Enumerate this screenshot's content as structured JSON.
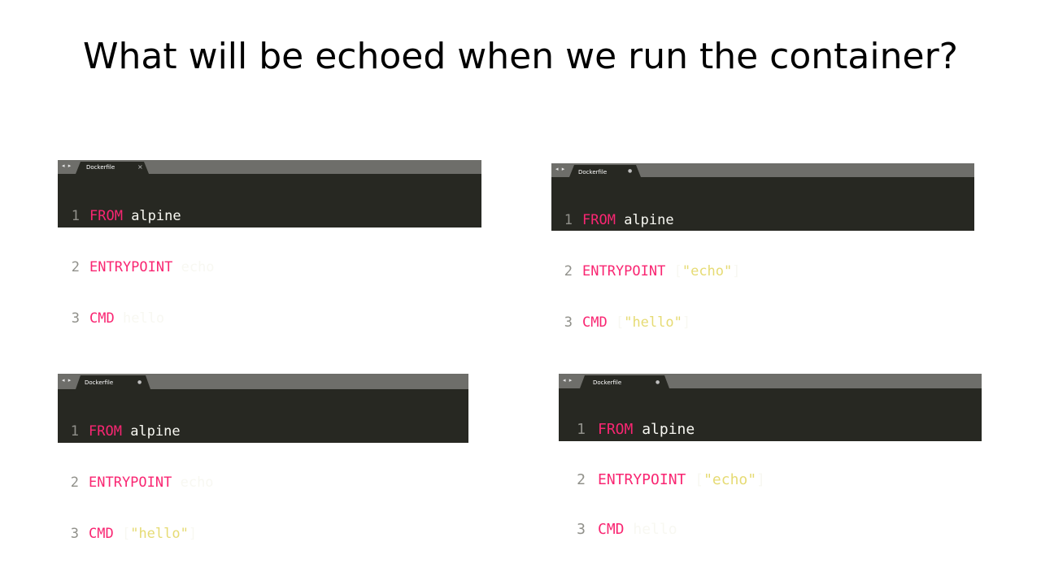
{
  "slide": {
    "title": "What will be echoed when we run the container?"
  },
  "nav_arrows": "◂ ▸",
  "editors": [
    {
      "tab_label": "Dockerfile",
      "tab_close": "×",
      "lines": [
        {
          "num": "1",
          "kw": "FROM",
          "a": " alpine",
          "s": "",
          "b": ""
        },
        {
          "num": "2",
          "kw": "ENTRYPOINT",
          "a": " echo",
          "s": "",
          "b": ""
        },
        {
          "num": "3",
          "kw": "CMD",
          "a": " hello",
          "s": "",
          "b": ""
        }
      ]
    },
    {
      "tab_label": "Dockerfile",
      "tab_close": "●",
      "lines": [
        {
          "num": "1",
          "kw": "FROM",
          "a": " alpine",
          "s": "",
          "b": ""
        },
        {
          "num": "2",
          "kw": "ENTRYPOINT",
          "a": " [",
          "s": "\"echo\"",
          "b": "]"
        },
        {
          "num": "3",
          "kw": "CMD",
          "a": " [",
          "s": "\"hello\"",
          "b": "]"
        }
      ]
    },
    {
      "tab_label": "Dockerfile",
      "tab_close": "●",
      "lines": [
        {
          "num": "1",
          "kw": "FROM",
          "a": " alpine",
          "s": "",
          "b": ""
        },
        {
          "num": "2",
          "kw": "ENTRYPOINT",
          "a": " echo",
          "s": "",
          "b": ""
        },
        {
          "num": "3",
          "kw": "CMD",
          "a": " [",
          "s": "\"hello\"",
          "b": "]"
        }
      ]
    },
    {
      "tab_label": "Dockerfile",
      "tab_close": "●",
      "lines": [
        {
          "num": "1",
          "kw": "FROM",
          "a": " alpine",
          "s": "",
          "b": ""
        },
        {
          "num": "2",
          "kw": "ENTRYPOINT",
          "a": " [",
          "s": "\"echo\"",
          "b": "]"
        },
        {
          "num": "3",
          "kw": "CMD",
          "a": " hello",
          "s": "",
          "b": ""
        }
      ]
    }
  ],
  "colors": {
    "editor_bg": "#272822",
    "tabbar_bg": "#6e6e6a",
    "keyword": "#f92672",
    "string": "#e6db74",
    "plain": "#f8f8f2",
    "line_number": "#90908a"
  }
}
